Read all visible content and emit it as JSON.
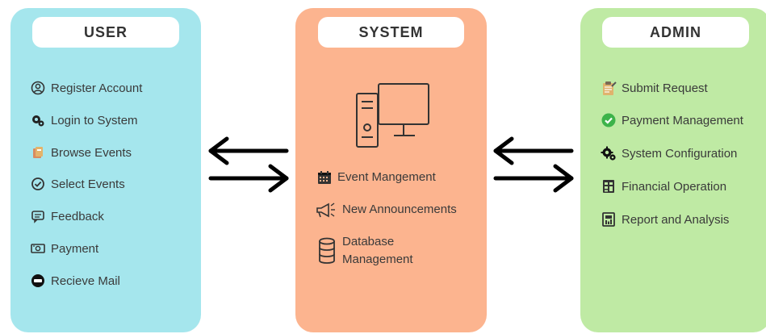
{
  "user": {
    "title": "USER",
    "items": [
      {
        "label": "Register Account",
        "icon": "user-circle-icon"
      },
      {
        "label": "Login to System",
        "icon": "gear-key-icon"
      },
      {
        "label": "Browse Events",
        "icon": "tickets-icon"
      },
      {
        "label": "Select Events",
        "icon": "check-circle-icon"
      },
      {
        "label": "Feedback",
        "icon": "chat-bubble-icon"
      },
      {
        "label": "Payment",
        "icon": "money-icon"
      },
      {
        "label": "Recieve Mail",
        "icon": "mail-circle-icon"
      }
    ]
  },
  "system": {
    "title": "SYSTEM",
    "icon": "computer-icon",
    "items": [
      {
        "label": "Event Mangement",
        "icon": "calendar-icon"
      },
      {
        "label": "New Announcements",
        "icon": "megaphone-icon"
      },
      {
        "label": "Database Management",
        "icon": "database-icon"
      }
    ]
  },
  "admin": {
    "title": "ADMIN",
    "items": [
      {
        "label": "Submit Request",
        "icon": "clipboard-icon"
      },
      {
        "label": "Payment Management",
        "icon": "green-check-icon"
      },
      {
        "label": "System Configuration",
        "icon": "gears-icon"
      },
      {
        "label": "Financial Operation",
        "icon": "calculator-icon"
      },
      {
        "label": "Report and Analysis",
        "icon": "report-icon"
      }
    ]
  },
  "colors": {
    "user_panel": "#a5e6ed",
    "system_panel": "#fcb48f",
    "admin_panel": "#bfeaa4",
    "arrow": "#000000"
  }
}
